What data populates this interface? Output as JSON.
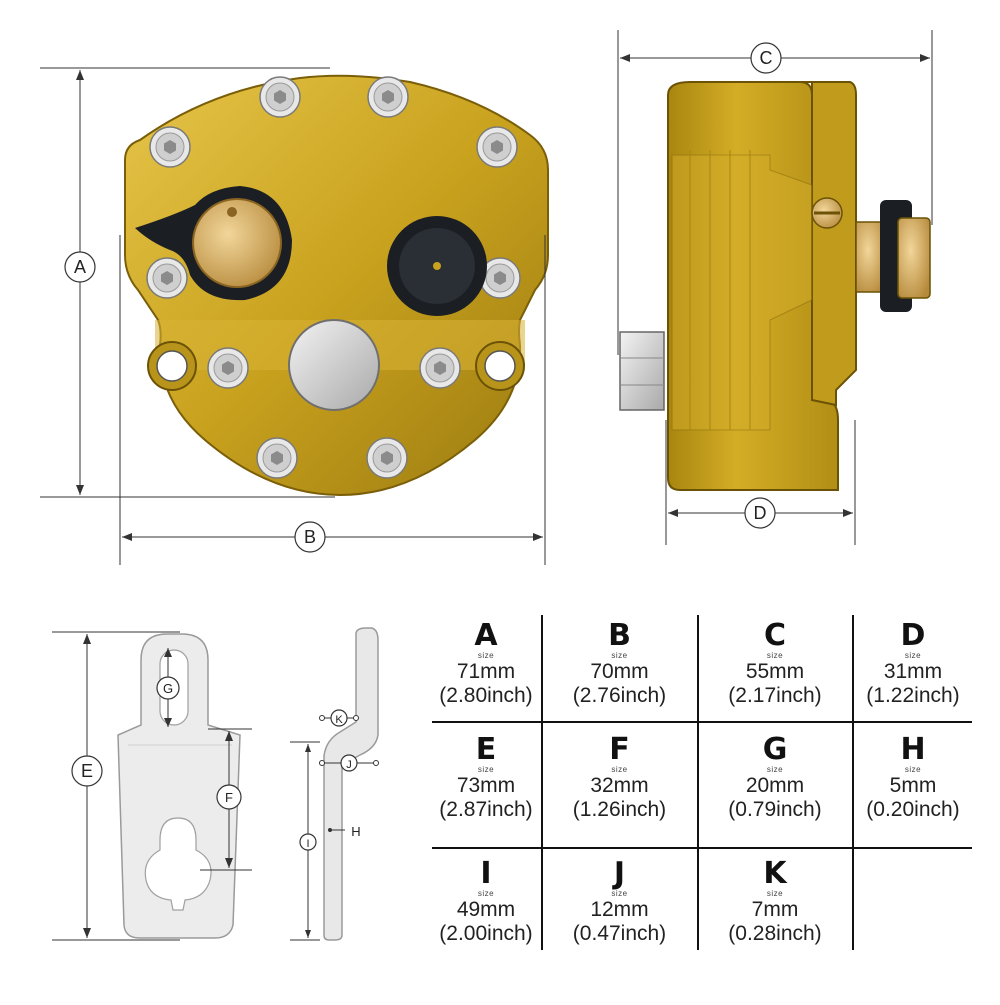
{
  "labels": {
    "A": "A",
    "B": "B",
    "C": "C",
    "D": "D",
    "E": "E",
    "F": "F",
    "G": "G",
    "H": "H",
    "I": "I",
    "J": "J",
    "K": "K"
  },
  "colors": {
    "gold": "#c9a21e",
    "gold_dark": "#8c6e0b",
    "gold_light": "#e6c54a",
    "bolt": "#d9d9d9",
    "black_knob": "#1b1f24",
    "brass": "#d8b36a",
    "silver": "#cfcfcf",
    "bracket": "#e7e7e7"
  },
  "icons": [
    "allen-bolt-icon",
    "adjust-knob-icon",
    "rubber-bump-icon"
  ],
  "spec": {
    "size_label": "size",
    "rows": [
      [
        {
          "letter": "A",
          "mm": "71mm",
          "inch": "(2.80inch)"
        },
        {
          "letter": "B",
          "mm": "70mm",
          "inch": "(2.76inch)"
        },
        {
          "letter": "C",
          "mm": "55mm",
          "inch": "(2.17inch)"
        },
        {
          "letter": "D",
          "mm": "31mm",
          "inch": "(1.22inch)"
        }
      ],
      [
        {
          "letter": "E",
          "mm": "73mm",
          "inch": "(2.87inch)"
        },
        {
          "letter": "F",
          "mm": "32mm",
          "inch": "(1.26inch)"
        },
        {
          "letter": "G",
          "mm": "20mm",
          "inch": "(0.79inch)"
        },
        {
          "letter": "H",
          "mm": "5mm",
          "inch": "(0.20inch)"
        }
      ],
      [
        {
          "letter": "I",
          "mm": "49mm",
          "inch": "(2.00inch)"
        },
        {
          "letter": "J",
          "mm": "12mm",
          "inch": "(0.47inch)"
        },
        {
          "letter": "K",
          "mm": "7mm",
          "inch": "(0.28inch)"
        },
        null
      ]
    ]
  }
}
